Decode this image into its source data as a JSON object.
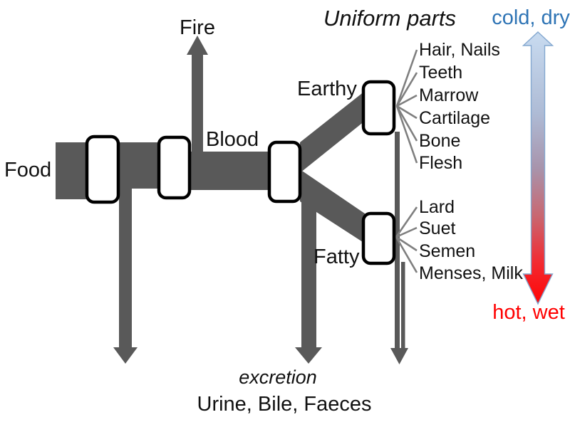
{
  "colors": {
    "flow": "#595959",
    "fan_line": "#7f7f7f",
    "node_fill": "#ffffff",
    "node_stroke": "#000000",
    "cold_text": "#2E74B5",
    "hot_text": "#FF0000",
    "gradient_top_cold": "#C8DBF0",
    "gradient_mid": "#A894AC",
    "gradient_bottom_hot": "#FF0505",
    "background": "#ffffff"
  },
  "labels": {
    "food": "Food",
    "fire": "Fire",
    "blood": "Blood",
    "earthy": "Earthy",
    "fatty": "Fatty",
    "uniform_parts": "Uniform parts",
    "cold_dry": "cold, dry",
    "hot_wet": "hot, wet",
    "excretion": "excretion",
    "excretion_products": "Urine, Bile, Faeces"
  },
  "products": {
    "earthy": [
      "Hair, Nails",
      "Teeth",
      "Marrow",
      "Cartilage",
      "Bone",
      "Flesh"
    ],
    "fatty": [
      "Lard",
      "Suet",
      "Semen",
      "Menses, Milk"
    ]
  }
}
